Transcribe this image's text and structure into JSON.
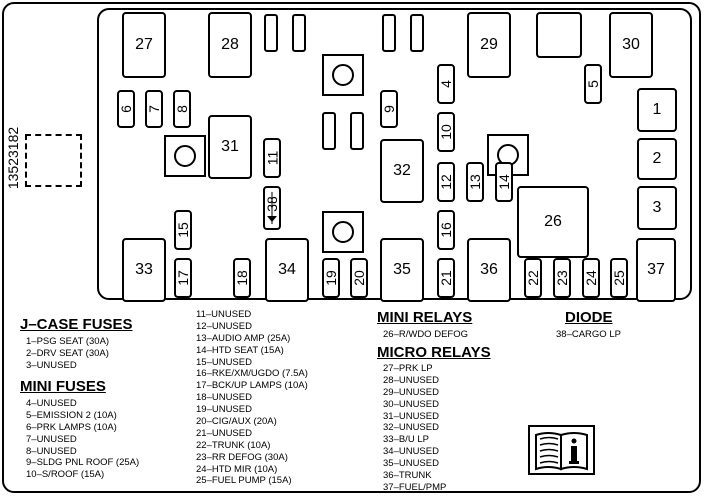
{
  "part_number": "13523182",
  "fuse_box": {
    "large_relays": [
      "27",
      "28",
      "29",
      "30",
      "31",
      "32",
      "26",
      "33",
      "34",
      "35",
      "36",
      "37"
    ],
    "mini_fuses": [
      "1",
      "2",
      "3",
      "4",
      "5",
      "6",
      "7",
      "8",
      "9",
      "10",
      "11",
      "12",
      "13",
      "14",
      "15",
      "16",
      "17",
      "18",
      "19",
      "20",
      "21",
      "22",
      "23",
      "24",
      "25"
    ],
    "diode": "38"
  },
  "jcase": {
    "heading": "J–CASE FUSES",
    "items": [
      "1–PSG SEAT (30A)",
      "2–DRV SEAT (30A)",
      "3–UNUSED"
    ]
  },
  "mini_fuses_legend": {
    "heading": "MINI FUSES",
    "items": [
      "4–UNUSED",
      "5–EMISSION 2 (10A)",
      "6–PRK LAMPS (10A)",
      "7–UNUSED",
      "8–UNUSED",
      "9–SLDG PNL ROOF (25A)",
      "10–S/ROOF (15A)"
    ]
  },
  "fuses_cont": {
    "items": [
      "11–UNUSED",
      "12–UNUSED",
      "13–AUDIO AMP (25A)",
      "14–HTD SEAT (15A)",
      "15–UNUSED",
      "16–RKE/XM/UGDO (7.5A)",
      "17–BCK/UP LAMPS (10A)",
      "18–UNUSED",
      "19–UNUSED",
      "20–CIG/AUX (20A)",
      "21–UNUSED",
      "22–TRUNK (10A)",
      "23–RR DEFOG (30A)",
      "24–HTD MIR (10A)",
      "25–FUEL PUMP (15A)"
    ]
  },
  "mini_relays": {
    "heading": "MINI RELAYS",
    "items": [
      "26–R/WDO DEFOG"
    ]
  },
  "micro_relays": {
    "heading": "MICRO RELAYS",
    "items": [
      "27–PRK LP",
      "28–UNUSED",
      "29–UNUSED",
      "30–UNUSED",
      "31–UNUSED",
      "32–UNUSED",
      "33–B/U LP",
      "34–UNUSED",
      "35–UNUSED",
      "36–TRUNK",
      "37–FUEL/PMP"
    ]
  },
  "diode_legend": {
    "heading": "DIODE",
    "items": [
      "38–CARGO LP"
    ]
  },
  "icons": {
    "manual": "owners-manual-info-icon"
  }
}
